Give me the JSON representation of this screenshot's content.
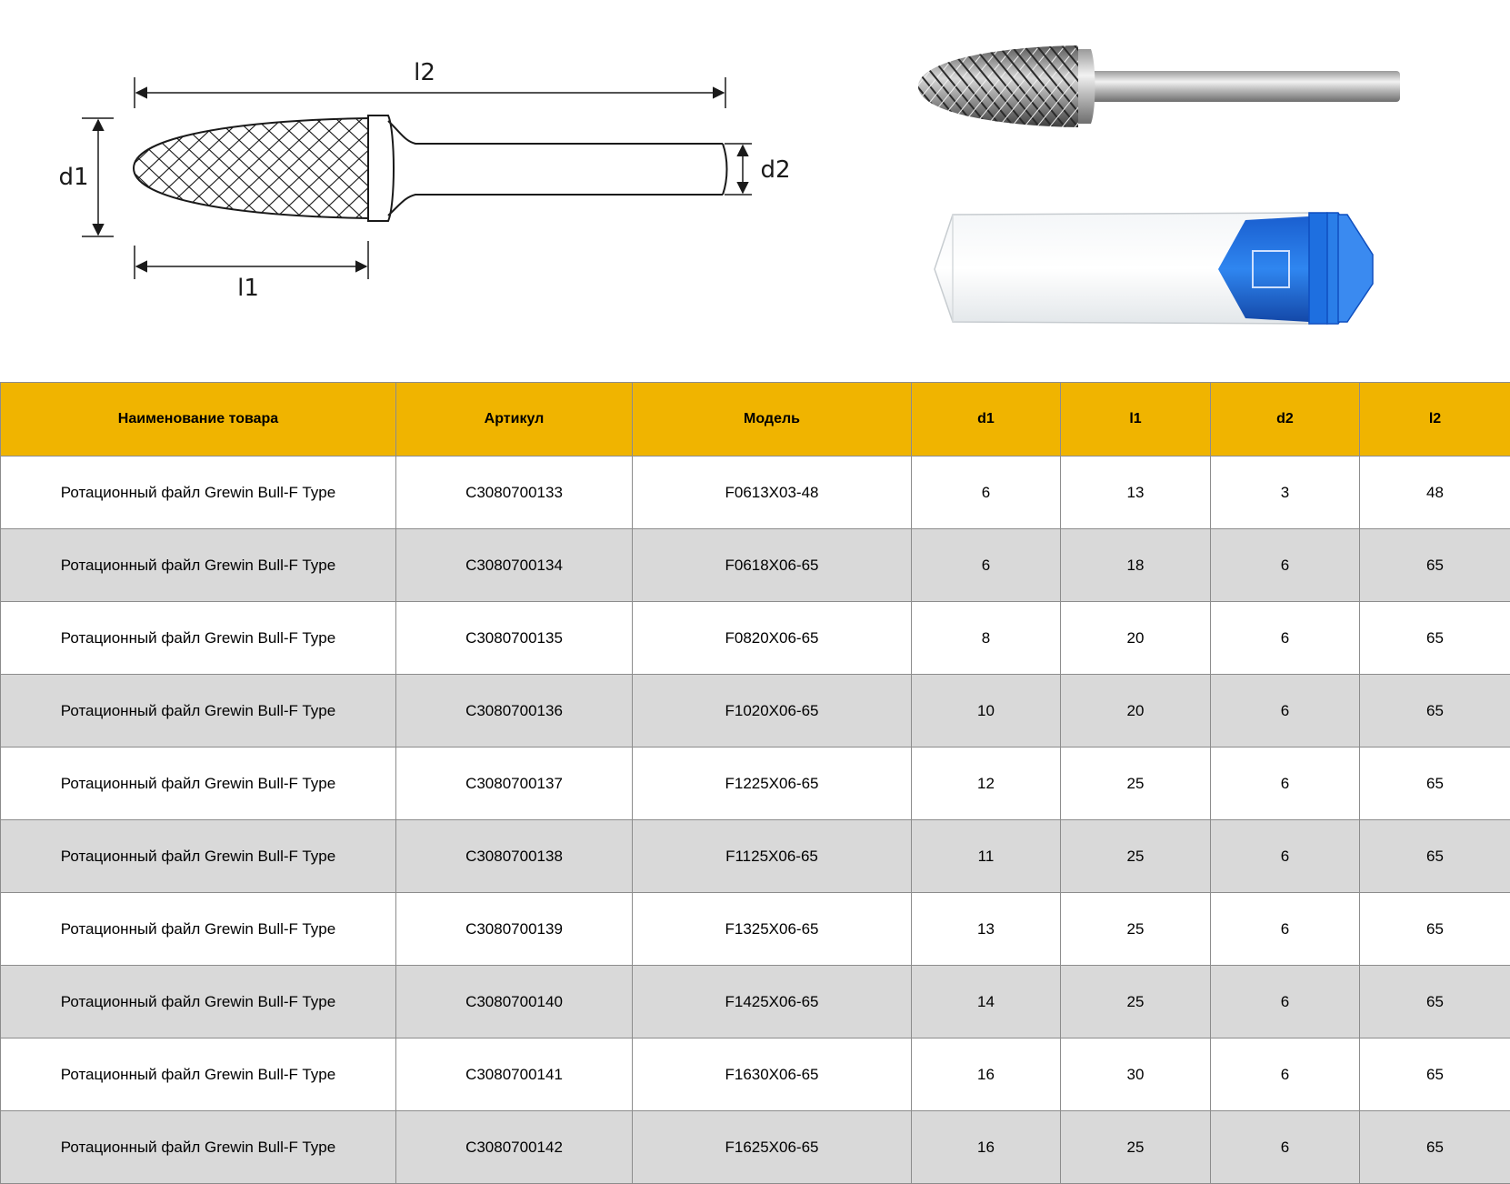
{
  "drawing": {
    "labels": {
      "l2": "l2",
      "l1": "l1",
      "d1": "d1",
      "d2": "d2"
    }
  },
  "images": {
    "burr_photo": "carbide-burr-photo",
    "case_photo": "plastic-case-photo"
  },
  "colors": {
    "header_bg": "#f0b400",
    "row_alt": "#d9d9d9",
    "case_blue": "#1e6fe0"
  },
  "table": {
    "headers": [
      "Наименование товара",
      "Артикул",
      "Модель",
      "d1",
      "l1",
      "d2",
      "l2"
    ],
    "rows": [
      [
        "Ротационный файл Grewin Bull-F Type",
        "С3080700133",
        "F0613X03-48",
        "6",
        "13",
        "3",
        "48"
      ],
      [
        "Ротационный файл Grewin Bull-F Type",
        "С3080700134",
        "F0618X06-65",
        "6",
        "18",
        "6",
        "65"
      ],
      [
        "Ротационный файл Grewin Bull-F Type",
        "С3080700135",
        "F0820X06-65",
        "8",
        "20",
        "6",
        "65"
      ],
      [
        "Ротационный файл Grewin Bull-F Type",
        "С3080700136",
        "F1020X06-65",
        "10",
        "20",
        "6",
        "65"
      ],
      [
        "Ротационный файл Grewin Bull-F Type",
        "С3080700137",
        "F1225X06-65",
        "12",
        "25",
        "6",
        "65"
      ],
      [
        "Ротационный файл Grewin Bull-F Type",
        "С3080700138",
        "F1125X06-65",
        "11",
        "25",
        "6",
        "65"
      ],
      [
        "Ротационный файл Grewin Bull-F Type",
        "С3080700139",
        "F1325X06-65",
        "13",
        "25",
        "6",
        "65"
      ],
      [
        "Ротационный файл Grewin Bull-F Type",
        "С3080700140",
        "F1425X06-65",
        "14",
        "25",
        "6",
        "65"
      ],
      [
        "Ротационный файл Grewin Bull-F Type",
        "С3080700141",
        "F1630X06-65",
        "16",
        "30",
        "6",
        "65"
      ],
      [
        "Ротационный файл Grewin Bull-F Type",
        "С3080700142",
        "F1625X06-65",
        "16",
        "25",
        "6",
        "65"
      ]
    ]
  }
}
